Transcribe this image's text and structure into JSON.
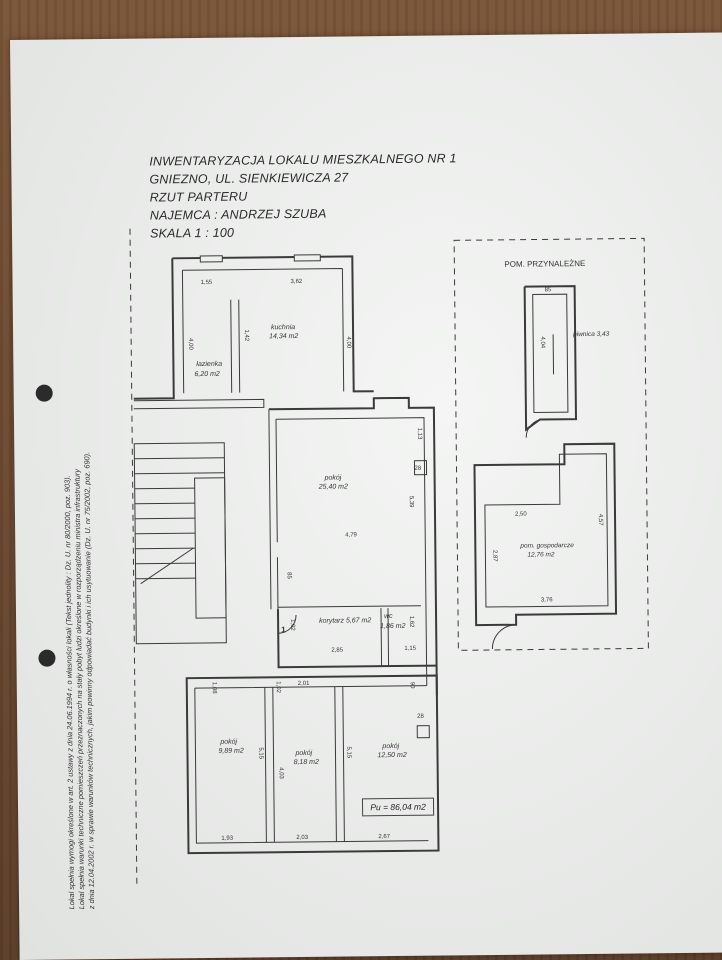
{
  "header": {
    "line1": "INWENTARYZACJA LOKALU MIESZKALNEGO NR 1",
    "line2": "GNIEZNO, UL. SIENKIEWICZA 27",
    "line3": "RZUT PARTERU",
    "line4": "NAJEMCA : ANDRZEJ SZUBA",
    "line5": "SKALA 1 : 100"
  },
  "legal": {
    "line1": "Lokal spełnia wymogi określone w art. 2 ustawy z dnia 24.06.1994 r. o własności lokali (Tekst jednolity : Dz. U. nr 80/2000, poz. 903).",
    "line2": "Lokal spełnia warunki techniczne pomieszczeń przeznaczonych na stały pobyt ludzi określone w rozporządzeniu ministra infrastruktury",
    "line3": "z dnia 12.04.2002 r. w sprawie warunków technicznych, jakim powinny odpowiadać budynki i ich usytuowanie (Dz. U. nr 75/2002, poz. 690)."
  },
  "rooms": {
    "lazienka": {
      "name": "łazienka",
      "area": "6,20 m2"
    },
    "kuchnia": {
      "name": "kuchnia",
      "area": "14,34 m2"
    },
    "pokoj1": {
      "name": "pokój",
      "area": "25,40 m2"
    },
    "korytarz": {
      "name": "korytarz",
      "area": "korytarz 5,67 m2"
    },
    "wc": {
      "name": "wc",
      "area": "1,86 m2"
    },
    "pokoj2": {
      "name": "pokój",
      "area": "9,89 m2"
    },
    "pokoj3": {
      "name": "pokój",
      "area": "8,18 m2"
    },
    "pokoj4": {
      "name": "pokój",
      "area": "12,50 m2"
    }
  },
  "annex": {
    "title": "POM. PRZYNALEŻNE",
    "piwnica": "piwnica 3,43",
    "gosp_name": "pom. gospodarcze",
    "gosp_area": "12,76 m2"
  },
  "total": "Pu = 86,04 m2",
  "dimensions": {
    "d_155": "1,55",
    "d_362": "3,62",
    "d_400a": "4,00",
    "d_400b": "4,00",
    "d_142": "1,42",
    "d_113": "1,13",
    "d_28a": "28",
    "d_539": "5,39",
    "d_479": "4,79",
    "d_85": "85",
    "d_102": "1,02",
    "d_162": "1,62",
    "d_285": "2,85",
    "d_115": "1,15",
    "d_108": "1,08",
    "d_102b": "1,02",
    "d_201": "2,01",
    "d_90": "90",
    "d_28b": "28",
    "d_515a": "5,15",
    "d_515b": "5,15",
    "d_403": "4,03",
    "d_193": "1,93",
    "d_203": "2,03",
    "d_267": "2,67",
    "d_85b": "85",
    "d_404": "4,04",
    "d_250": "2,50",
    "d_457": "4,57",
    "d_287": "2,87",
    "d_376": "3,76",
    "d_1": "1"
  }
}
